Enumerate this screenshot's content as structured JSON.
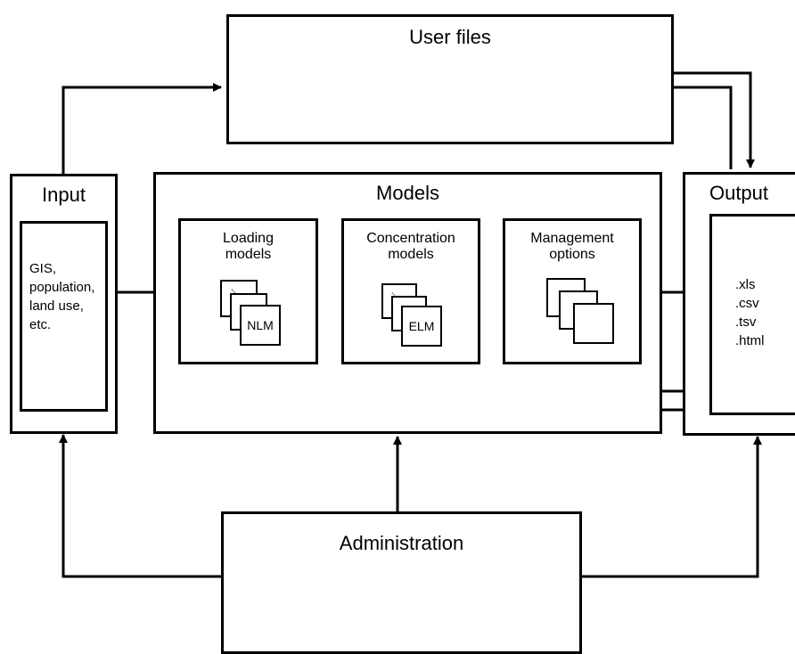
{
  "user_files": {
    "title": "User files"
  },
  "input": {
    "title": "Input",
    "content": [
      "GIS,",
      "population,",
      "land use,",
      "etc."
    ]
  },
  "models": {
    "title": "Models"
  },
  "loading": {
    "title_lines": [
      "Loading",
      "models"
    ],
    "doc_label": "NLM"
  },
  "concentration": {
    "title_lines": [
      "Concentration",
      "models"
    ],
    "doc_label": "ELM"
  },
  "management": {
    "title_lines": [
      "Management",
      "options"
    ]
  },
  "output": {
    "title": "Output",
    "formats": [
      ".xls",
      ".csv",
      ".tsv",
      ".html"
    ]
  },
  "administration": {
    "title": "Administration"
  }
}
